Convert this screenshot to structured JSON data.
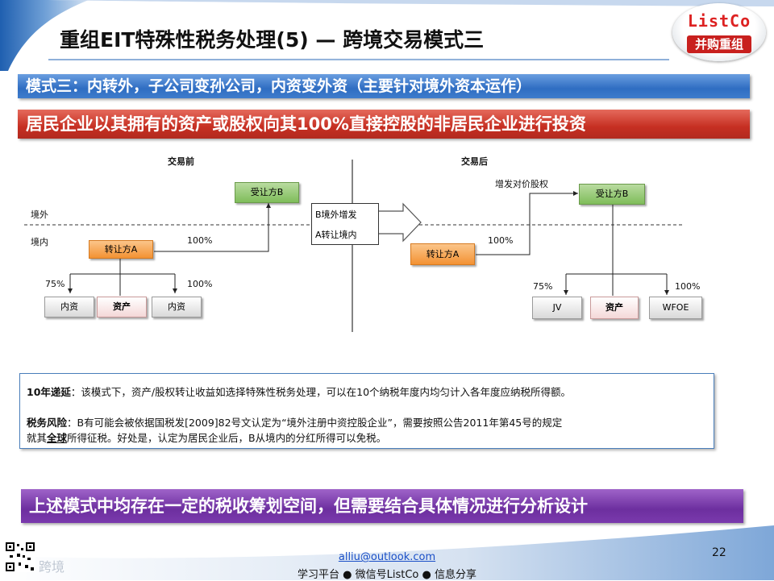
{
  "header": {
    "title": "重组EIT特殊性税务处理(5) — 跨境交易模式三",
    "logo_top": "ListCo",
    "logo_bottom": "并购重组"
  },
  "banners": {
    "mode": "模式三：内转外，子公司变孙公司，内资变外资（主要针对境外资本运作）",
    "definition": "居民企业以其拥有的资产或股权向其100%直接控股的非居民企业进行投资",
    "conclusion": "上述模式中均存在一定的税收筹划空间，但需要结合具体情况进行分析设计"
  },
  "diagram": {
    "before_label": "交易前",
    "after_label": "交易后",
    "overseas_label": "境外",
    "domestic_label": "境内",
    "before": {
      "transferee": "受让方B",
      "transferor": "转让方A",
      "pct_to_b": "100%",
      "pct_left": "75%",
      "pct_right": "100%",
      "children": [
        "内资",
        "资产",
        "内资"
      ]
    },
    "shift_box": {
      "line1": "B境外增发",
      "line2": "A转让境内"
    },
    "after": {
      "note": "增发对价股权",
      "transferee": "受让方B",
      "transferor": "转让方A",
      "pct_to_b": "100%",
      "pct_left": "75%",
      "pct_right": "100%",
      "children": [
        "JV",
        "资产",
        "WFOE"
      ]
    }
  },
  "info": {
    "deferral_label": "10年递延",
    "deferral_text": "：该模式下，资产/股权转让收益如选择特殊性税务处理，可以在10个纳税年度内均匀计入各年度应纳税所得额。",
    "risk_label": "税务风险",
    "risk_text_1": "：B有可能会被依据国税发[2009]82号文认定为“境外注册中资控股企业”，需要按照公告2011年第45号的规定",
    "risk_text_2a": "就其",
    "risk_text_2b": "全球",
    "risk_text_2c": "所得征税。好处是，认定为居民企业后，B从境内的分红所得可以免税。"
  },
  "footer": {
    "email": "alliu@outlook.com",
    "platform": "学习平台 ● 微信号ListCo ● 信息分享",
    "page_number": "22",
    "watermark": "跨境"
  },
  "colors": {
    "blue_banner": "#2f6dc2",
    "red_banner": "#c62f22",
    "purple_banner": "#6d2f9f",
    "green_box": "#7fbd5a",
    "orange_box": "#f39233"
  }
}
